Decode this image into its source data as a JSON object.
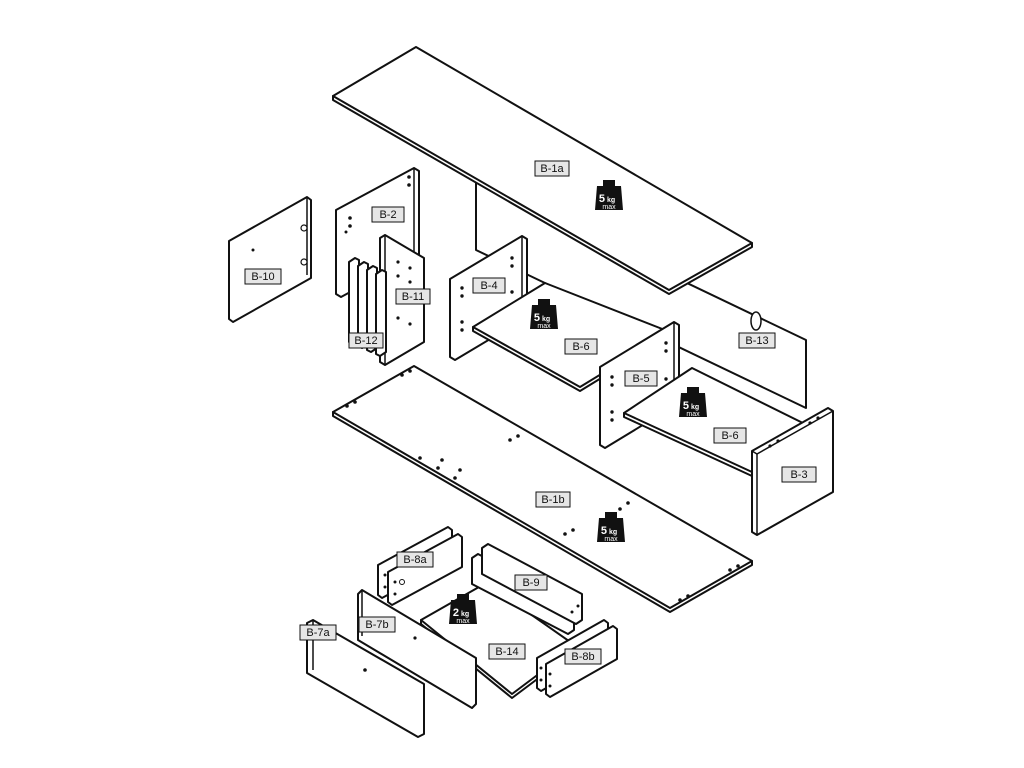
{
  "labels": {
    "b1a": "B-1a",
    "b1b": "B-1b",
    "b2": "B-2",
    "b3": "B-3",
    "b4": "B-4",
    "b5": "B-5",
    "b6a": "B-6",
    "b6b": "B-6",
    "b7a": "B-7a",
    "b7b": "B-7b",
    "b8a": "B-8a",
    "b8b": "B-8b",
    "b9": "B-9",
    "b10": "B-10",
    "b11": "B-11",
    "b12": "B-12",
    "b13": "B-13",
    "b14": "B-14"
  },
  "weights": {
    "top_shelf": {
      "value": "5",
      "unit": "kg",
      "suffix": "max"
    },
    "shelf_left": {
      "value": "5",
      "unit": "kg",
      "suffix": "max"
    },
    "shelf_right": {
      "value": "5",
      "unit": "kg",
      "suffix": "max"
    },
    "bottom_panel": {
      "value": "5",
      "unit": "kg",
      "suffix": "max"
    },
    "drawer": {
      "value": "2",
      "unit": "kg",
      "suffix": "max"
    }
  }
}
